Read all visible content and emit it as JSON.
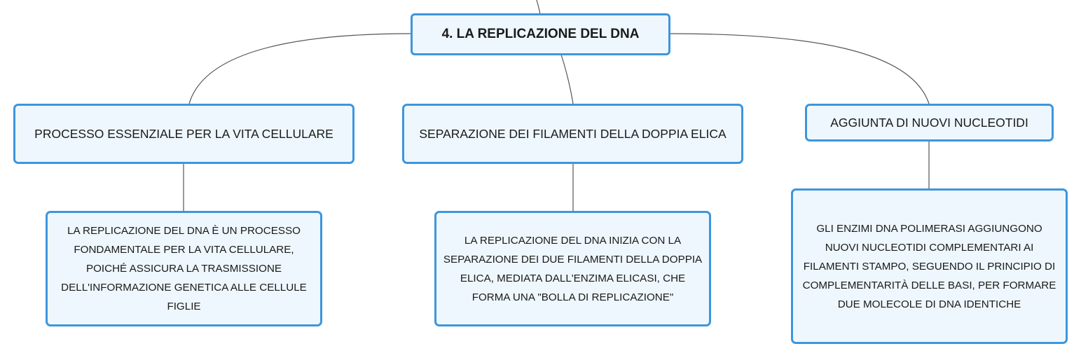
{
  "map": {
    "root": {
      "title": "4. LA REPLICAZIONE DEL DNA"
    },
    "branches": [
      {
        "topic": "PROCESSO ESSENZIALE PER LA VITA CELLULARE",
        "detail": "LA REPLICAZIONE DEL DNA È UN PROCESSO FONDAMENTALE PER LA VITA CELLULARE, POICHÉ ASSICURA LA TRASMISSIONE DELL'INFORMAZIONE GENETICA ALLE CELLULE FIGLIE"
      },
      {
        "topic": "SEPARAZIONE DEI FILAMENTI DELLA DOPPIA ELICA",
        "detail": "LA REPLICAZIONE DEL DNA INIZIA CON LA SEPARAZIONE DEI DUE FILAMENTI DELLA DOPPIA ELICA, MEDIATA DALL'ENZIMA ELICASI, CHE FORMA UNA \"BOLLA DI REPLICAZIONE\""
      },
      {
        "topic": "AGGIUNTA DI NUOVI NUCLEOTIDI",
        "detail": "GLI ENZIMI DNA POLIMERASI AGGIUNGONO NUOVI NUCLEOTIDI COMPLEMENTARI AI FILAMENTI STAMPO, SEGUENDO IL PRINCIPIO DI COMPLEMENTARITÀ DELLE BASI, PER FORMARE DUE MOLECOLE DI DNA IDENTICHE"
      }
    ]
  },
  "colors": {
    "node_border": "#3d96dc",
    "node_fill": "#eef7fd",
    "connector": "#555555"
  }
}
